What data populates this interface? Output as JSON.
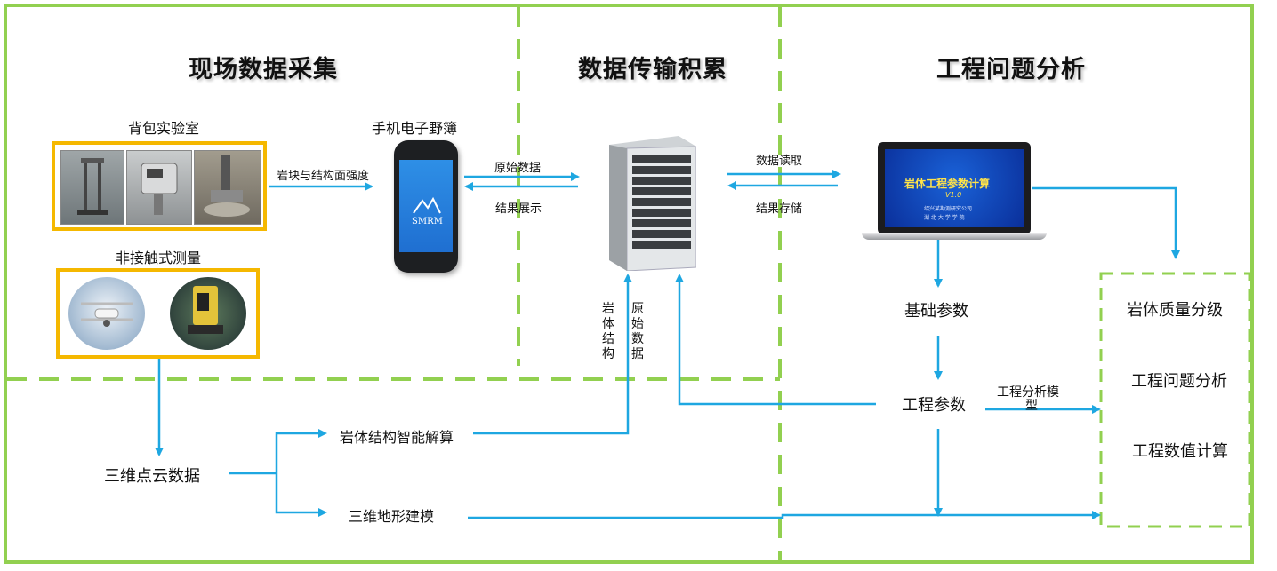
{
  "sections": {
    "field_collection": "现场数据采集",
    "data_transfer": "数据传输积累",
    "engineering_analysis": "工程问题分析"
  },
  "devices": {
    "backpack_lab": "背包实验室",
    "non_contact": "非接触式测量",
    "mobile_notebook": "手机电子野簿",
    "phone_logo": "SMRM"
  },
  "arrows": {
    "rock_strength": "岩块与结构面强度",
    "raw_data": "原始数据",
    "result_display": "结果展示",
    "data_read": "数据读取",
    "result_store": "结果存储",
    "rock_structure_v": "岩体结构",
    "raw_data_v": "原始数据",
    "analysis_model_1": "工程分析模",
    "analysis_model_2": "型"
  },
  "laptop": {
    "title": "岩体工程参数计算",
    "version": "V1.0",
    "org_line1": "绍兴某勘测研究公司",
    "org_line2": "湖 北 大 学 学 院"
  },
  "nodes": {
    "basic_params": "基础参数",
    "eng_params": "工程参数",
    "point_cloud": "三维点云数据",
    "rock_structure_solve": "岩体结构智能解算",
    "terrain_model": "三维地形建模"
  },
  "outputs": {
    "rock_grade": "岩体质量分级",
    "eng_problem": "工程问题分析",
    "numeric_calc": "工程数值计算"
  },
  "colors": {
    "frame": "#92d050",
    "arrow": "#1ea7e1",
    "photo_border": "#f5b800"
  }
}
